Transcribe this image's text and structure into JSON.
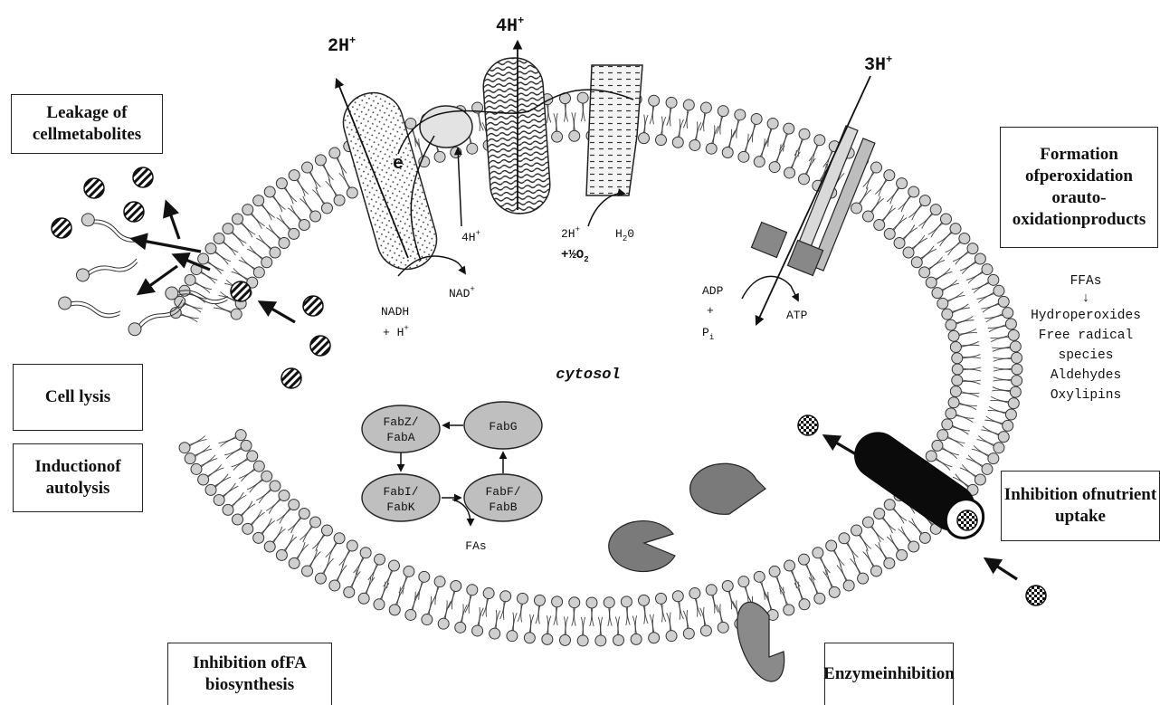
{
  "boxes": {
    "leakage": [
      "Leakage of cell",
      "metabolites"
    ],
    "formation": [
      "Formation of",
      "peroxidation or",
      "auto-oxidation",
      "products"
    ],
    "lysis": "Cell lysis",
    "autolysis": [
      "Induction",
      "of autolysis"
    ],
    "nutrient": [
      "Inhibition of",
      "nutrient uptake"
    ],
    "fa_biosynthesis": [
      "Inhibition of",
      "FA biosynthesis"
    ],
    "enzyme": [
      "Enzyme",
      "inhibition"
    ]
  },
  "labels": {
    "cytosol": "cytosol",
    "proton_2h": "2H",
    "proton_4h": "4H",
    "proton_3h": "3H",
    "sup_plus": "+",
    "four_h_inner": "4H",
    "electron": "e",
    "nadh": "NADH",
    "plus_h": "+ H",
    "nad": "NAD",
    "two_h_inner": "2H",
    "half_o2": "+½O",
    "o2_sub": "2",
    "h2o_h": "H",
    "h2o_sub": "2",
    "h2o_o": "0",
    "adp": "ADP",
    "plus": "+",
    "pi": "P",
    "pi_sub": "i",
    "atp": "ATP"
  },
  "oxidation_products": {
    "ffas": "FFAs",
    "items": [
      "Hydroperoxides",
      "Free radical",
      "species",
      "Aldehydes",
      "Oxylipins"
    ]
  },
  "fab_enzymes": {
    "fabz": [
      "FabZ/",
      "FabA"
    ],
    "fabg": "FabG",
    "fabi": [
      "FabI/",
      "FabK"
    ],
    "fabf": [
      "FabF/",
      "FabB"
    ],
    "fas": "FAs"
  }
}
